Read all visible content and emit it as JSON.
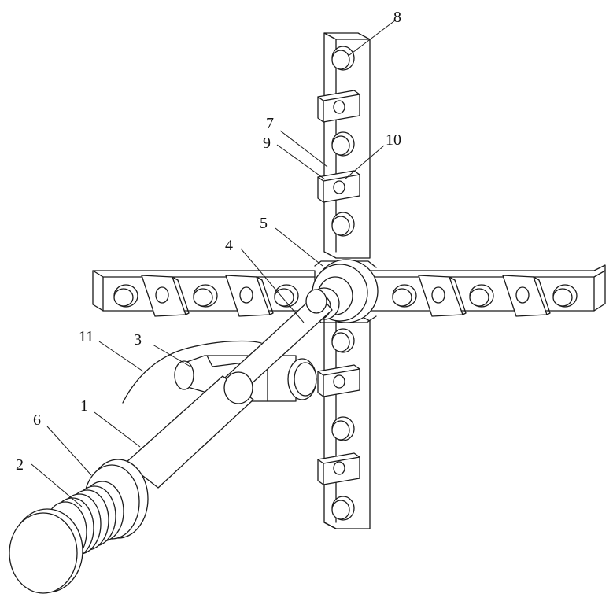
{
  "labels": {
    "n1": "1",
    "n2": "2",
    "n3": "3",
    "n4": "4",
    "n5": "5",
    "n6": "6",
    "n7": "7",
    "n8": "8",
    "n9": "9",
    "n10": "10",
    "n11": "11"
  }
}
